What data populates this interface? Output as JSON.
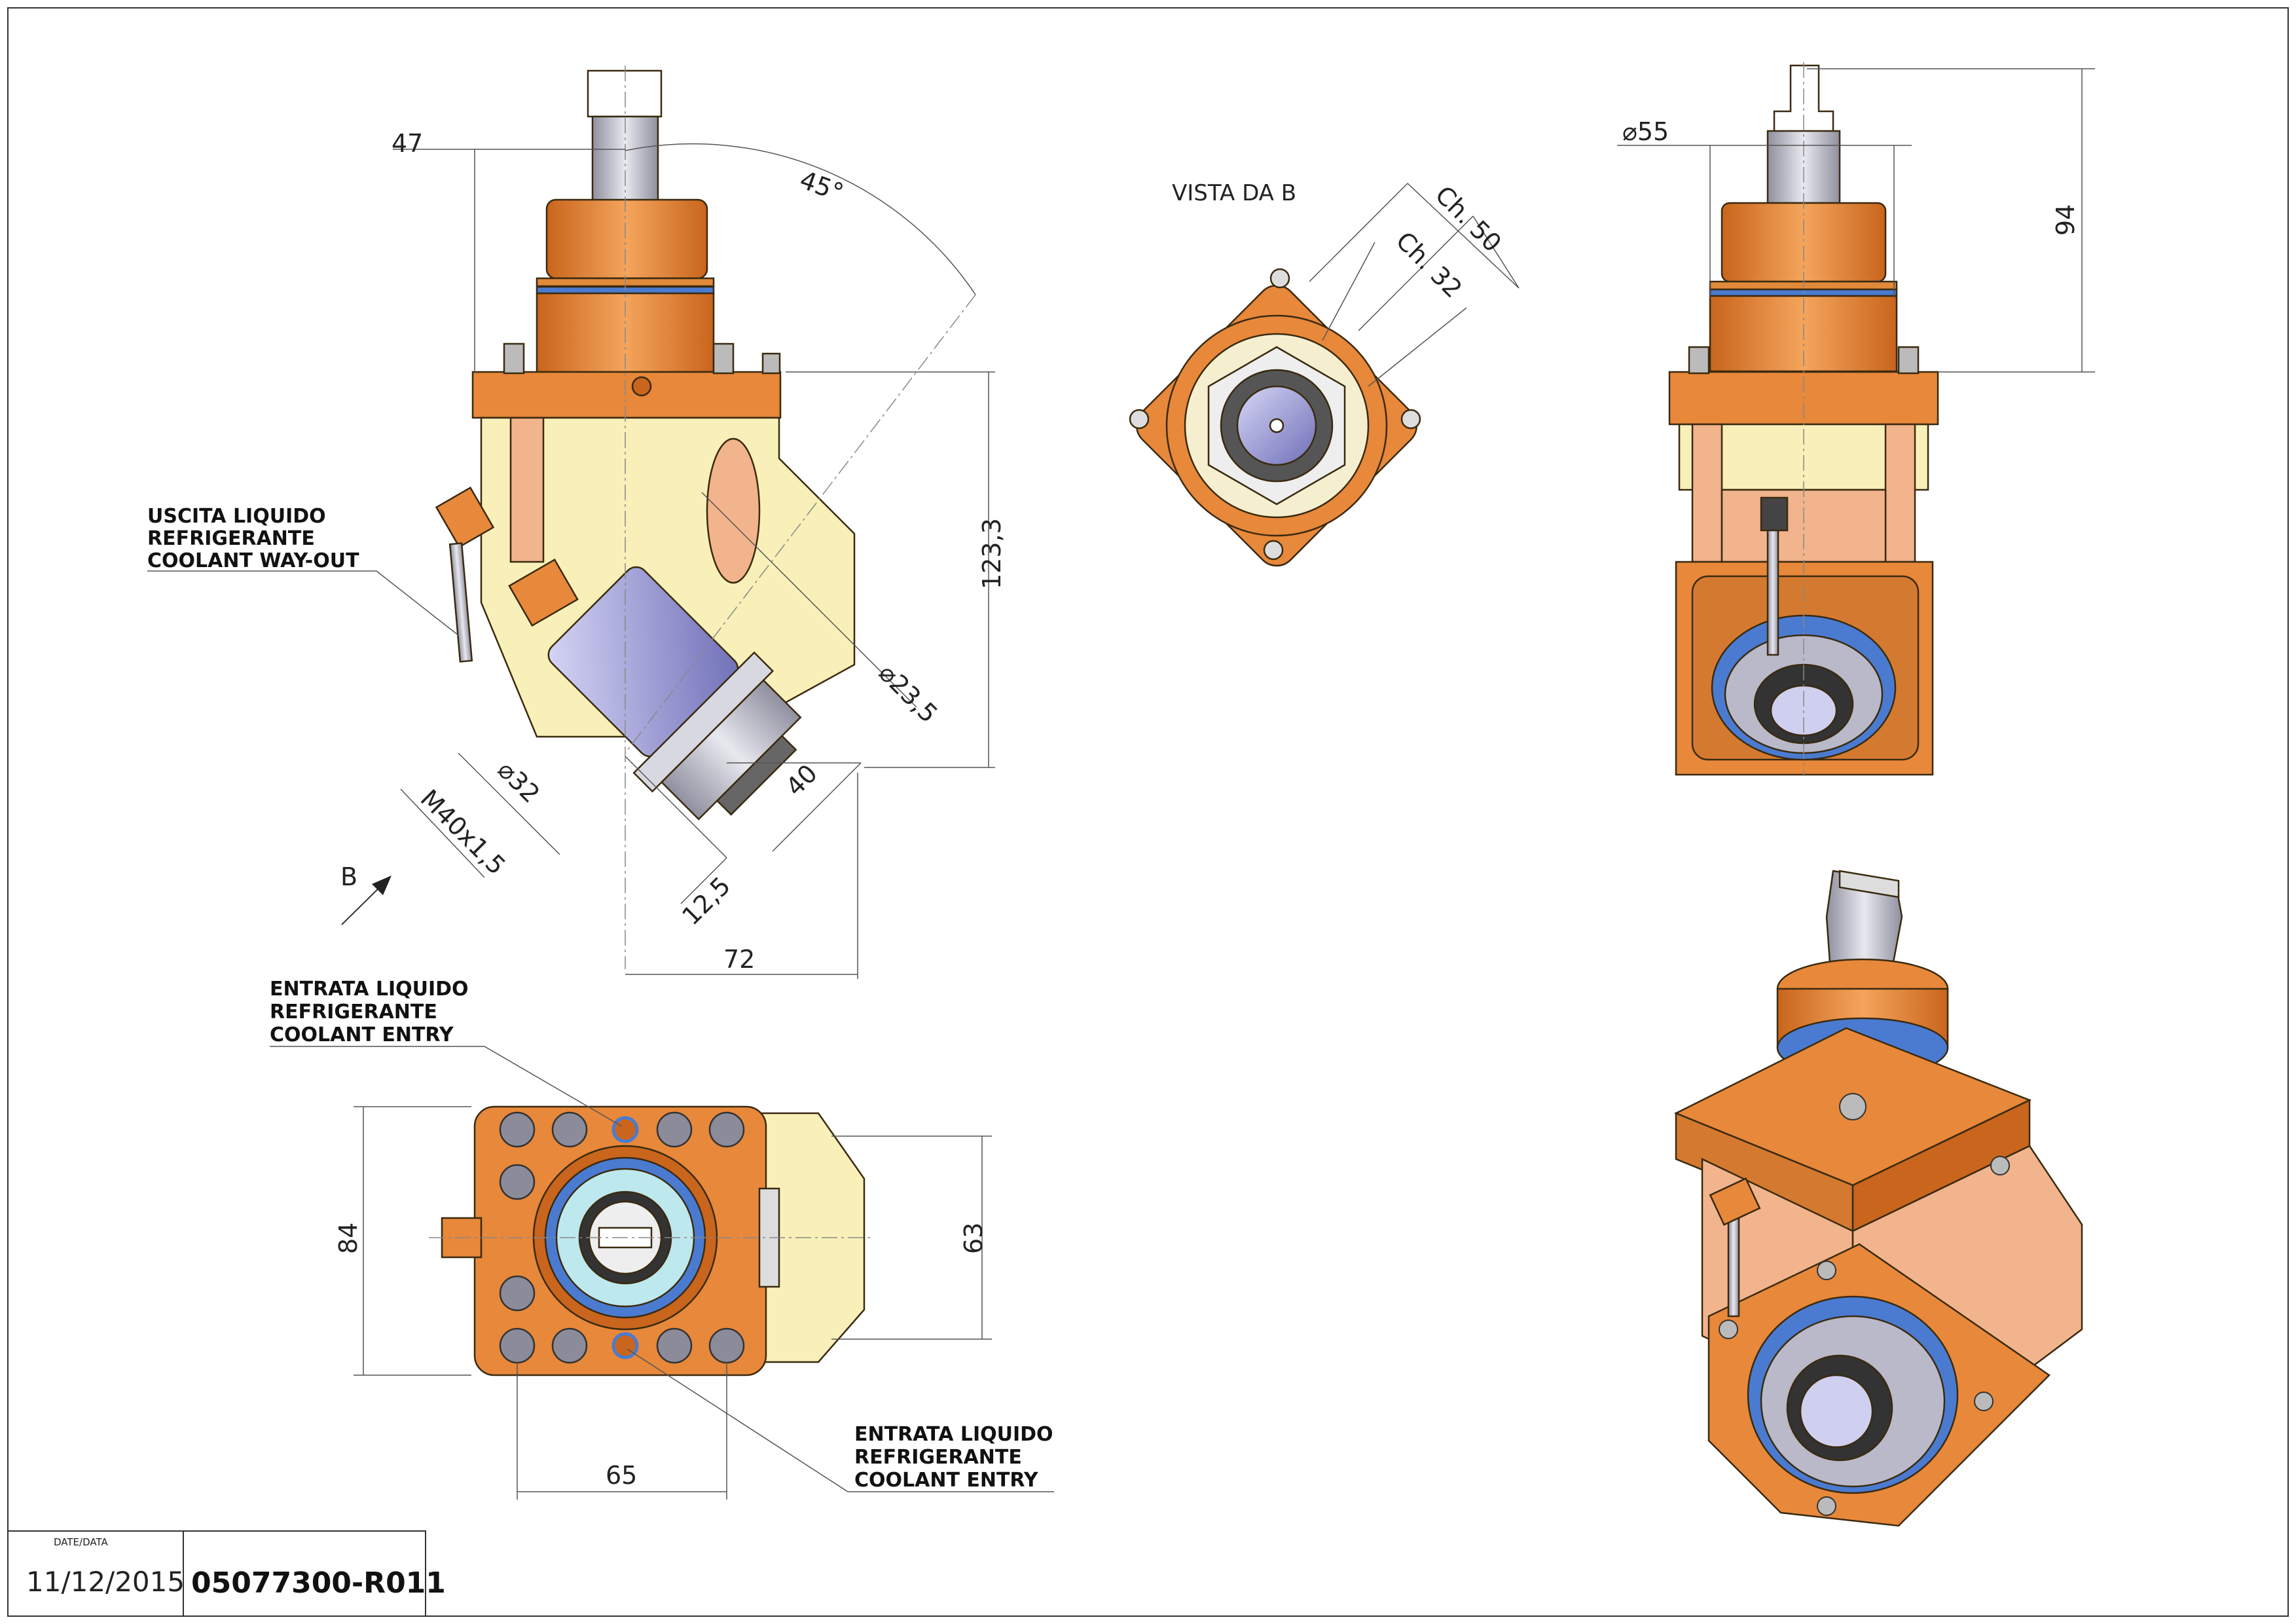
{
  "drawing": {
    "views": {
      "front": {
        "name": "front-view"
      },
      "vista_b": {
        "title": "VISTA DA B"
      },
      "side": {
        "name": "side-view"
      },
      "bottom": {
        "name": "bottom-view"
      },
      "iso": {
        "name": "isometric-view"
      }
    },
    "dimensions": {
      "d47": "47",
      "d45": "45°",
      "d123": "123,3",
      "d235": "⌀23,5",
      "d40": "40",
      "d32": "⌀32",
      "dm40": "M40x1,5",
      "d125": "12,5",
      "d72": "72",
      "dch50": "Ch. 50",
      "dch32": "Ch. 32",
      "d55": "⌀55",
      "d94": "94",
      "d84": "84",
      "d63": "63",
      "d65": "65"
    },
    "notes": {
      "uscita": [
        "USCITA LIQUIDO",
        "REFRIGERANTE",
        "COOLANT WAY-OUT"
      ],
      "entrata_top": [
        "ENTRATA LIQUIDO",
        "REFRIGERANTE",
        "COOLANT ENTRY"
      ],
      "entrata_bottom": [
        "ENTRATA LIQUIDO",
        "REFRIGERANTE",
        "COOLANT ENTRY"
      ]
    },
    "view_arrow": "B"
  },
  "title_block": {
    "date_label": "DATE/DATA",
    "date": "11/12/2015",
    "code": "05077300-R011"
  },
  "colors": {
    "orange": "#e8883a",
    "orange_dark": "#c9651c",
    "cream": "#f8f0b8",
    "salmon": "#f2b48c",
    "steel": "#b9b9c9",
    "blue_ring": "#4a7bd0",
    "lavender": "#9a9ae0"
  }
}
